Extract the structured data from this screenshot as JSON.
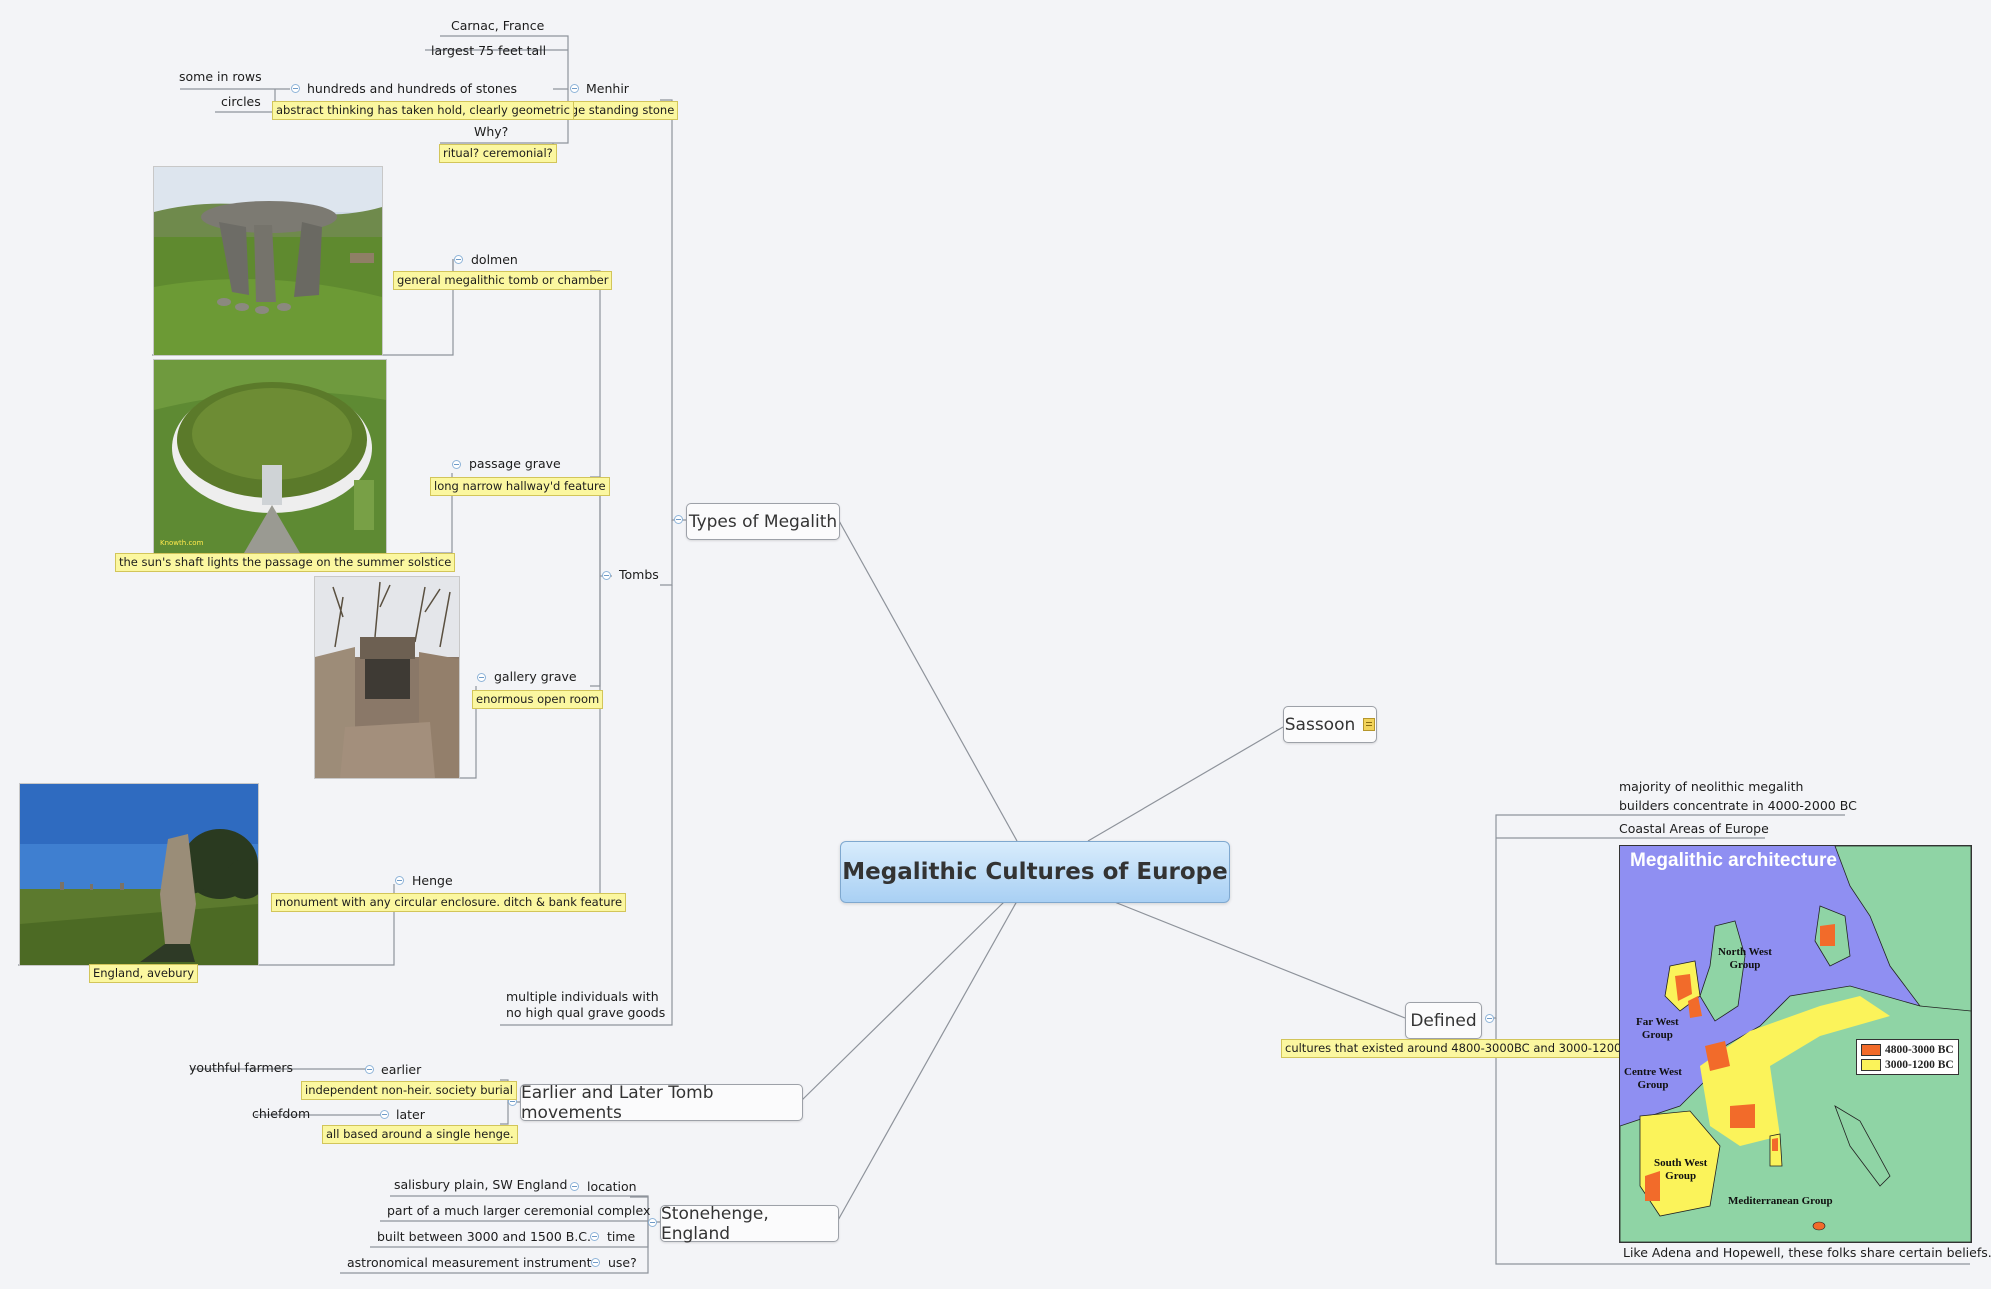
{
  "central_topic": "Megalithic Cultures of Europe",
  "branches": {
    "types": {
      "label": "Types of Megalith",
      "menhir": {
        "label": "Menhir",
        "note": "large standing stone",
        "children": {
          "carnac": "Carnac, France",
          "largest": "largest 75 feet tall",
          "hundreds": {
            "label": "hundreds and hundreds of stones",
            "note": "abstract thinking has taken hold, clearly geometric",
            "rows": "some in rows",
            "circles": "circles"
          },
          "why": {
            "label": "Why?",
            "note": "ritual? ceremonial?"
          }
        }
      },
      "tombs": {
        "label": "Tombs",
        "dolmen": {
          "label": "dolmen",
          "note": "general megalithic tomb or chamber"
        },
        "passage": {
          "label": "passage grave",
          "note": "long narrow hallway'd feature",
          "image_note": "the sun's shaft lights the passage on the summer solstice",
          "image_credit": "Knowth.com"
        },
        "gallery": {
          "label": "gallery grave",
          "note": "enormous open room"
        },
        "henge": {
          "label": "Henge",
          "note": "monument with any circular enclosure. ditch & bank feature",
          "image_note": "England, avebury"
        },
        "multiple": "multiple individuals with\nno high qual grave goods"
      }
    },
    "sassoon": {
      "label": "Sassoon",
      "icon": "note-icon"
    },
    "defined": {
      "label": "Defined",
      "note": "cultures that existed around 4800-3000BC and 3000-1200BC",
      "majority": "majority of neolithic megalith\nbuilders concentrate in 4000-2000 BC",
      "coastal": "Coastal Areas of Europe",
      "caption": "Like Adena and Hopewell, these folks share certain beliefs.",
      "map": {
        "title": "Megalithic architecture",
        "groups": {
          "north_west": "North West\nGroup",
          "far_west": "Far West\nGroup",
          "centre_west": "Centre West\nGroup",
          "south_west": "South West\nGroup",
          "mediterranean": "Mediterranean Group"
        },
        "legend": [
          {
            "label": "4800-3000 BC",
            "color": "#f26b2a"
          },
          {
            "label": "3000-1200 BC",
            "color": "#fbf35a"
          }
        ],
        "colors": {
          "sea": "#8f8ff2",
          "land": "#8fd4a5"
        }
      }
    },
    "earlier_later": {
      "label": "Earlier and Later Tomb movements",
      "earlier": {
        "label": "earlier",
        "note": "independent non-heir. society burial",
        "child": "youthful farmers"
      },
      "later": {
        "label": "later",
        "note": "all based around a single henge.",
        "child": "chiefdom"
      }
    },
    "stonehenge": {
      "label": "Stonehenge, England",
      "location": {
        "label": "location",
        "child": "salisbury plain, SW England"
      },
      "complex": "part of a much larger ceremonial complex",
      "time": {
        "label": "time",
        "child": "built between 3000 and 1500 B.C."
      },
      "use": {
        "label": "use?",
        "child": "astronomical measurement instrument"
      }
    }
  },
  "colors": {
    "note_fill": "#fbf7a0",
    "central_fill": "#b9dbf7",
    "line": "#8e939b",
    "background": "#f3f4f7"
  }
}
